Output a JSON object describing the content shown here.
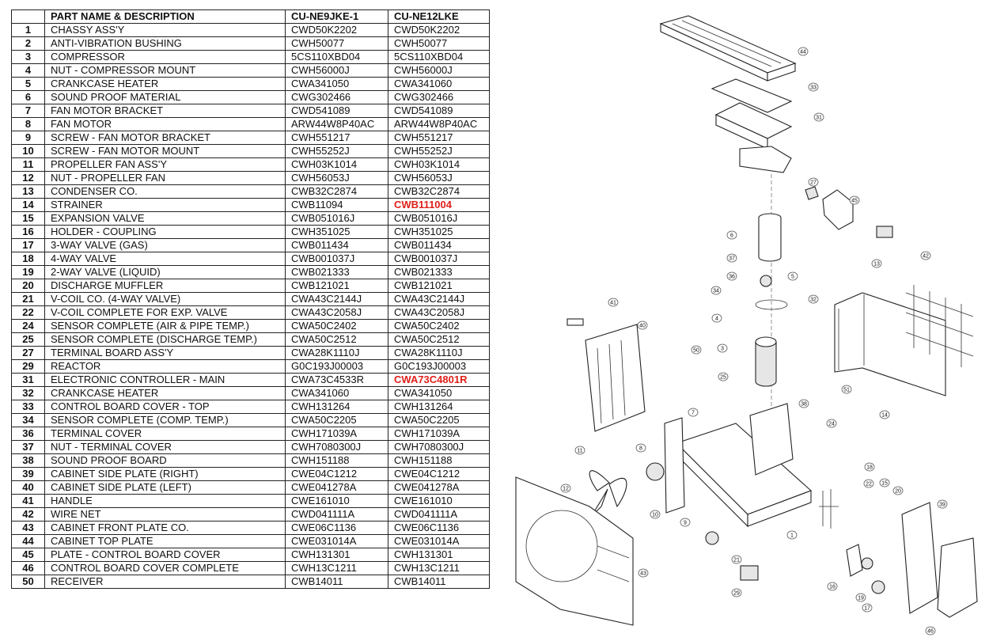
{
  "table": {
    "headers": [
      "",
      "PART NAME & DESCRIPTION",
      "CU-NE9JKE-1",
      "CU-NE12LKE"
    ],
    "rows": [
      {
        "no": "1",
        "name": "CHASSY ASS'Y",
        "a": "CWD50K2202",
        "b": "CWD50K2202",
        "b_changed": false
      },
      {
        "no": "2",
        "name": "ANTI-VIBRATION BUSHING",
        "a": "CWH50077",
        "b": "CWH50077",
        "b_changed": false
      },
      {
        "no": "3",
        "name": "COMPRESSOR",
        "a": "5CS110XBD04",
        "b": "5CS110XBD04",
        "b_changed": false
      },
      {
        "no": "4",
        "name": "NUT - COMPRESSOR MOUNT",
        "a": "CWH56000J",
        "b": "CWH56000J",
        "b_changed": false
      },
      {
        "no": "5",
        "name": "CRANKCASE HEATER",
        "a": "CWA341050",
        "b": "CWA341060",
        "b_changed": false
      },
      {
        "no": "6",
        "name": "SOUND PROOF MATERIAL",
        "a": "CWG302466",
        "b": "CWG302466",
        "b_changed": false
      },
      {
        "no": "7",
        "name": "FAN MOTOR BRACKET",
        "a": "CWD541089",
        "b": "CWD541089",
        "b_changed": false
      },
      {
        "no": "8",
        "name": "FAN MOTOR",
        "a": "ARW44W8P40AC",
        "b": "ARW44W8P40AC",
        "b_changed": false
      },
      {
        "no": "9",
        "name": "SCREW - FAN MOTOR BRACKET",
        "a": "CWH551217",
        "b": "CWH551217",
        "b_changed": false
      },
      {
        "no": "10",
        "name": "SCREW - FAN MOTOR MOUNT",
        "a": "CWH55252J",
        "b": "CWH55252J",
        "b_changed": false
      },
      {
        "no": "11",
        "name": "PROPELLER FAN ASS'Y",
        "a": "CWH03K1014",
        "b": "CWH03K1014",
        "b_changed": false
      },
      {
        "no": "12",
        "name": "NUT - PROPELLER FAN",
        "a": "CWH56053J",
        "b": "CWH56053J",
        "b_changed": false
      },
      {
        "no": "13",
        "name": "CONDENSER CO.",
        "a": "CWB32C2874",
        "b": "CWB32C2874",
        "b_changed": false
      },
      {
        "no": "14",
        "name": "STRAINER",
        "a": "CWB11094",
        "b": "CWB111004",
        "b_changed": true
      },
      {
        "no": "15",
        "name": "EXPANSION VALVE",
        "a": "CWB051016J",
        "b": "CWB051016J",
        "b_changed": false
      },
      {
        "no": "16",
        "name": "HOLDER - COUPLING",
        "a": "CWH351025",
        "b": "CWH351025",
        "b_changed": false
      },
      {
        "no": "17",
        "name": "3-WAY VALVE (GAS)",
        "a": "CWB011434",
        "b": "CWB011434",
        "b_changed": false
      },
      {
        "no": "18",
        "name": "4-WAY VALVE",
        "a": "CWB001037J",
        "b": "CWB001037J",
        "b_changed": false
      },
      {
        "no": "19",
        "name": "2-WAY VALVE (LIQUID)",
        "a": "CWB021333",
        "b": "CWB021333",
        "b_changed": false
      },
      {
        "no": "20",
        "name": "DISCHARGE MUFFLER",
        "a": "CWB121021",
        "b": "CWB121021",
        "b_changed": false
      },
      {
        "no": "21",
        "name": "V-COIL CO. (4-WAY VALVE)",
        "a": "CWA43C2144J",
        "b": "CWA43C2144J",
        "b_changed": false
      },
      {
        "no": "22",
        "name": "V-COIL COMPLETE FOR EXP. VALVE",
        "a": "CWA43C2058J",
        "b": "CWA43C2058J",
        "b_changed": false
      },
      {
        "no": "24",
        "name": "SENSOR COMPLETE (AIR & PIPE TEMP.)",
        "a": "CWA50C2402",
        "b": "CWA50C2402",
        "b_changed": false
      },
      {
        "no": "25",
        "name": "SENSOR COMPLETE (DISCHARGE TEMP.)",
        "a": "CWA50C2512",
        "b": "CWA50C2512",
        "b_changed": false
      },
      {
        "no": "27",
        "name": "TERMINAL BOARD ASS'Y",
        "a": "CWA28K1110J",
        "b": "CWA28K1110J",
        "b_changed": false
      },
      {
        "no": "29",
        "name": "REACTOR",
        "a": "G0C193J00003",
        "b": "G0C193J00003",
        "b_changed": false
      },
      {
        "no": "31",
        "name": "ELECTRONIC CONTROLLER - MAIN",
        "a": "CWA73C4533R",
        "b": "CWA73C4801R",
        "b_changed": true
      },
      {
        "no": "32",
        "name": "CRANKCASE HEATER",
        "a": "CWA341060",
        "b": "CWA341050",
        "b_changed": false
      },
      {
        "no": "33",
        "name": "CONTROL BOARD COVER - TOP",
        "a": "CWH131264",
        "b": "CWH131264",
        "b_changed": false
      },
      {
        "no": "34",
        "name": "SENSOR COMPLETE (COMP. TEMP.)",
        "a": "CWA50C2205",
        "b": "CWA50C2205",
        "b_changed": false
      },
      {
        "no": "36",
        "name": "TERMINAL COVER",
        "a": "CWH171039A",
        "b": "CWH171039A",
        "b_changed": false
      },
      {
        "no": "37",
        "name": "NUT - TERMINAL COVER",
        "a": "CWH7080300J",
        "b": "CWH7080300J",
        "b_changed": false
      },
      {
        "no": "38",
        "name": "SOUND PROOF BOARD",
        "a": "CWH151188",
        "b": "CWH151188",
        "b_changed": false
      },
      {
        "no": "39",
        "name": "CABINET SIDE PLATE (RIGHT)",
        "a": "CWE04C1212",
        "b": "CWE04C1212",
        "b_changed": false
      },
      {
        "no": "40",
        "name": "CABINET SIDE PLATE (LEFT)",
        "a": "CWE041278A",
        "b": "CWE041278A",
        "b_changed": false
      },
      {
        "no": "41",
        "name": "HANDLE",
        "a": "CWE161010",
        "b": "CWE161010",
        "b_changed": false
      },
      {
        "no": "42",
        "name": "WIRE NET",
        "a": "CWD041111A",
        "b": "CWD041111A",
        "b_changed": false
      },
      {
        "no": "43",
        "name": "CABINET FRONT PLATE CO.",
        "a": "CWE06C1136",
        "b": "CWE06C1136",
        "b_changed": false
      },
      {
        "no": "44",
        "name": "CABINET TOP PLATE",
        "a": "CWE031014A",
        "b": "CWE031014A",
        "b_changed": false
      },
      {
        "no": "45",
        "name": "PLATE - CONTROL BOARD COVER",
        "a": "CWH131301",
        "b": "CWH131301",
        "b_changed": false
      },
      {
        "no": "46",
        "name": "CONTROL BOARD COVER COMPLETE",
        "a": "CWH13C1211",
        "b": "CWH13C1211",
        "b_changed": false
      },
      {
        "no": "50",
        "name": "RECEIVER",
        "a": "CWB14011",
        "b": "CWB14011",
        "b_changed": false
      }
    ]
  },
  "colors": {
    "changed": "#e0201a",
    "border": "#222222"
  },
  "diagram": {
    "callouts": [
      "44",
      "33",
      "31",
      "27",
      "45",
      "6",
      "37",
      "36",
      "5",
      "34",
      "32",
      "13",
      "42",
      "41",
      "40",
      "4",
      "50",
      "3",
      "25",
      "51",
      "7",
      "38",
      "24",
      "14",
      "8",
      "11",
      "12",
      "10",
      "9",
      "1",
      "18",
      "22",
      "15",
      "20",
      "43",
      "21",
      "29",
      "16",
      "19",
      "17",
      "39",
      "46"
    ]
  }
}
